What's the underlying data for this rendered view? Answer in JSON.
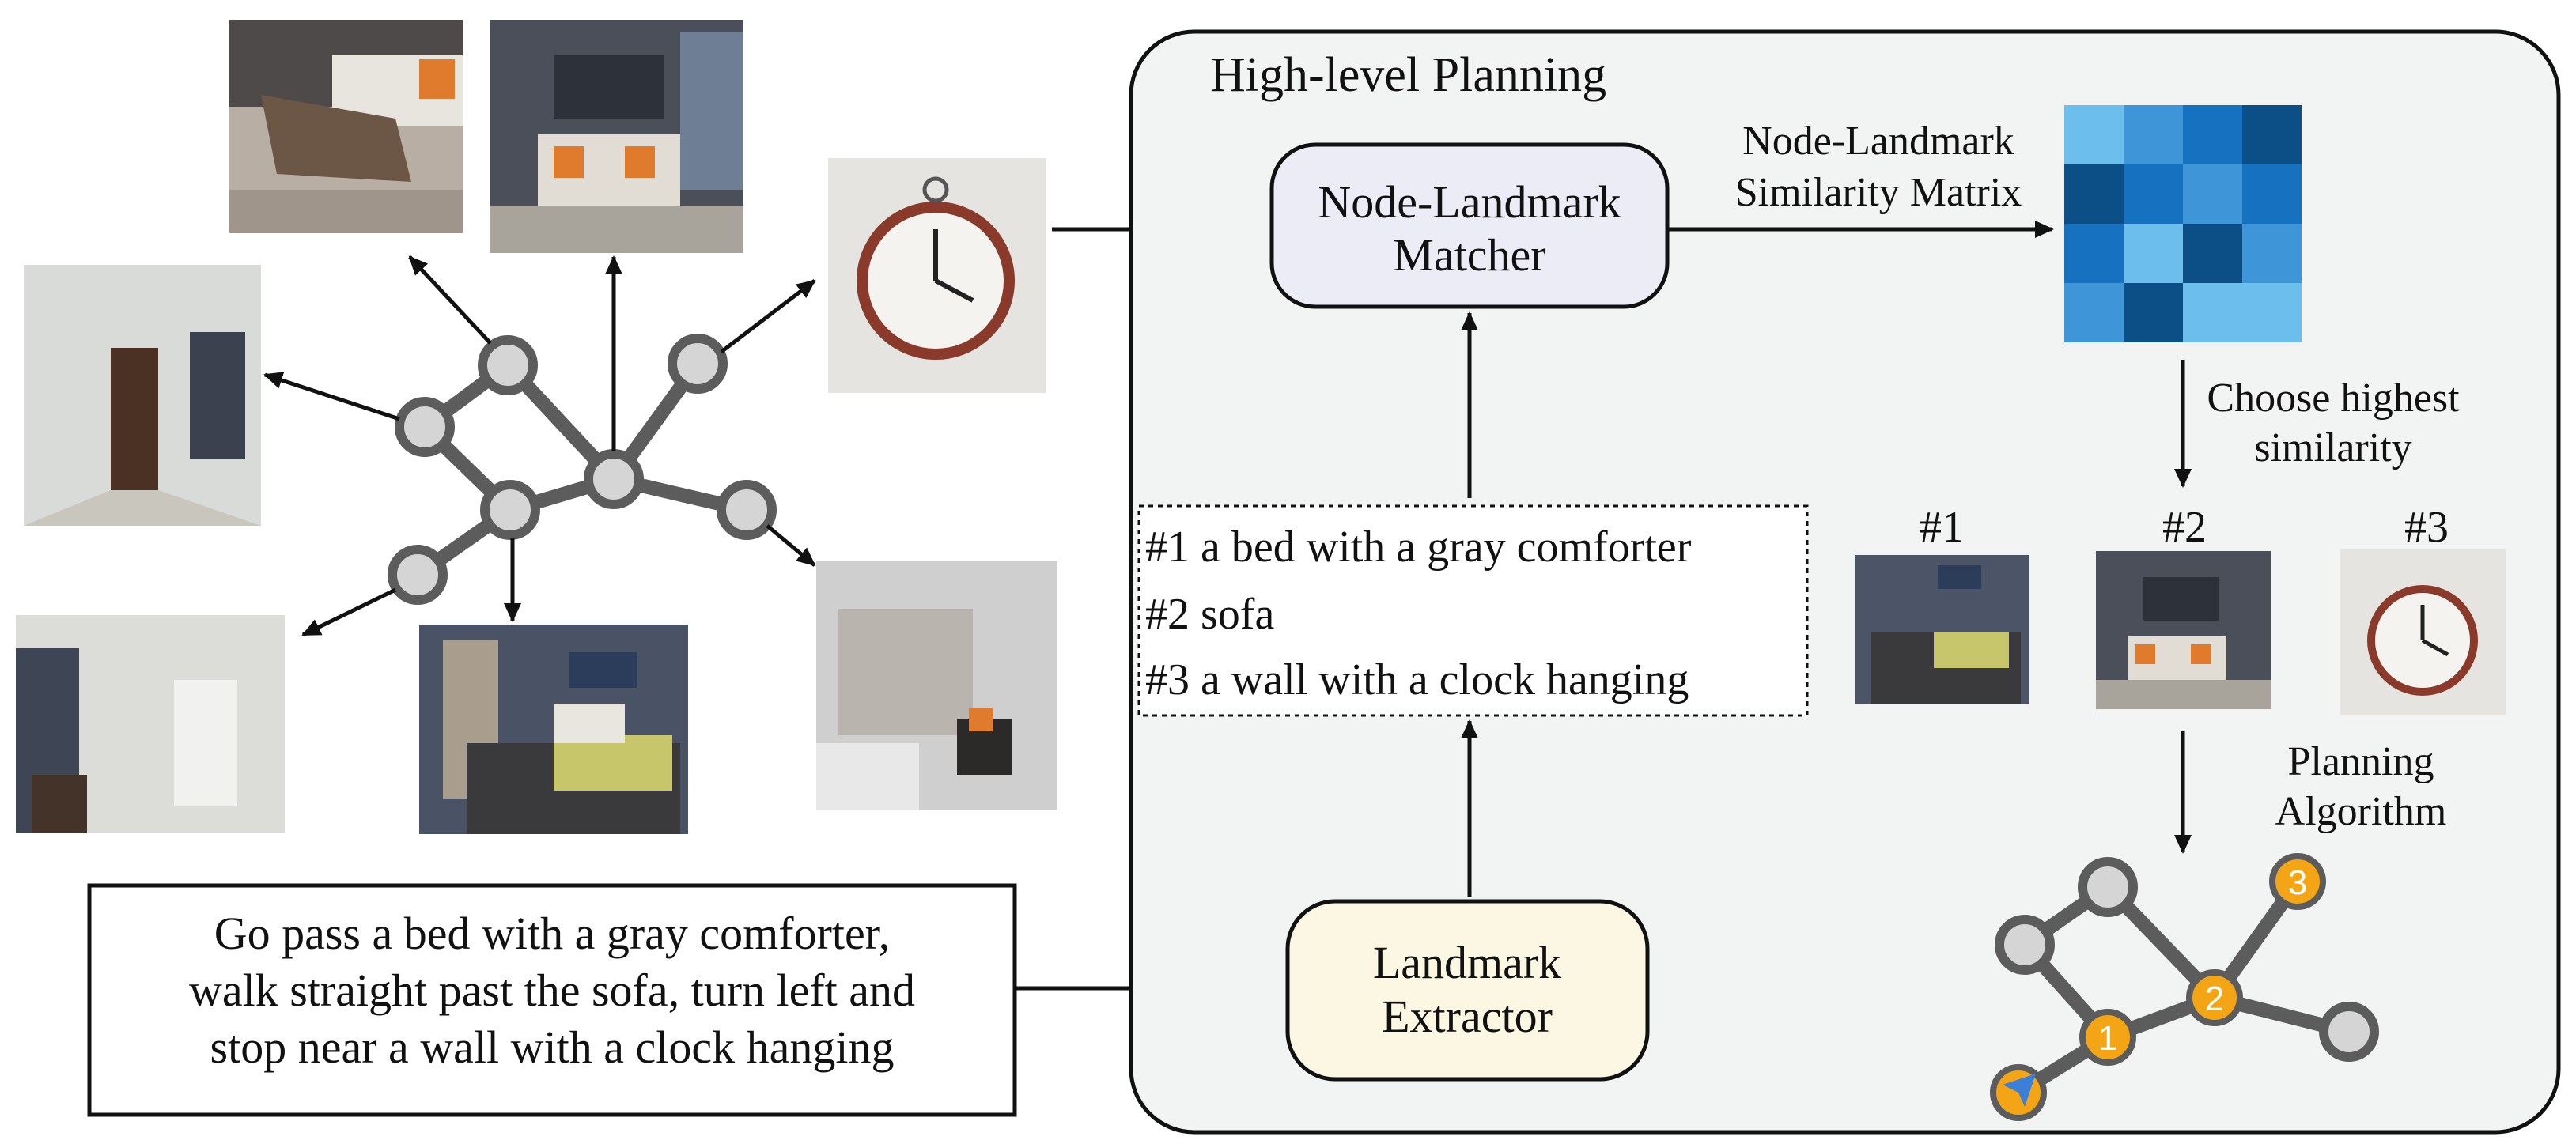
{
  "panel": {
    "title": "High-level Planning"
  },
  "matcher": {
    "line1": "Node-Landmark",
    "line2": "Matcher"
  },
  "extractor": {
    "line1": "Landmark",
    "line2": "Extractor"
  },
  "matrix_label": {
    "line1": "Node-Landmark",
    "line2": "Similarity Matrix"
  },
  "choose_label": {
    "line1": "Choose highest",
    "line2": "similarity"
  },
  "planning_label": {
    "line1": "Planning",
    "line2": "Algorithm"
  },
  "landmarks": [
    "#1 a bed with a gray comforter",
    "#2 sofa",
    "#3 a wall with a clock hanging"
  ],
  "instruction": [
    "Go pass a bed with a gray comforter,",
    "walk straight past the sofa, turn left and",
    "stop near a wall with a clock hanging"
  ],
  "candidate_labels": [
    "#1",
    "#2",
    "#3"
  ],
  "path_badges": [
    "1",
    "2",
    "3"
  ],
  "colors": {
    "matcher_fill": "#ececf7",
    "extractor_fill": "#fcf7e2",
    "panel_fill": "#f2f4f3",
    "node_fill": "#d5d5d5",
    "node_stroke": "#5c5c5c",
    "badge_fill": "#f3a516",
    "agent_arrow": "#3b7fd6"
  },
  "similarity_matrix_colors": [
    [
      "#6cbfec",
      "#3e96d8",
      "#1672c0",
      "#0b4f86"
    ],
    [
      "#0b4f86",
      "#1672c0",
      "#3e96d8",
      "#1672c0"
    ],
    [
      "#1672c0",
      "#6cbfec",
      "#0b4f86",
      "#3e96d8"
    ],
    [
      "#3e96d8",
      "#0b4f86",
      "#6cbfec",
      "#6cbfec"
    ]
  ]
}
